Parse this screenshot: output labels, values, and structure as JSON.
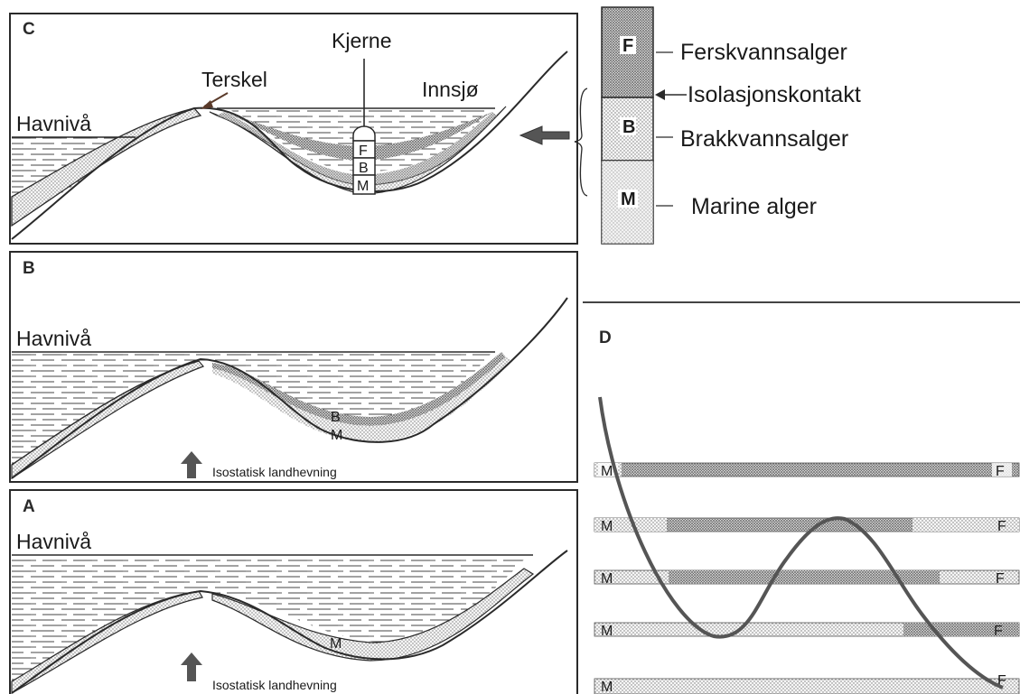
{
  "panels": {
    "C": {
      "letter": "C",
      "sea_level": "Havnivå",
      "threshold": "Terskel",
      "core": "Kjerne",
      "lake": "Innsjø",
      "core_layers": [
        "F",
        "B",
        "M"
      ]
    },
    "B": {
      "letter": "B",
      "sea_level": "Havnivå",
      "layer_labels": [
        "B",
        "M"
      ],
      "uplift": "Isostatisk landhevning"
    },
    "A": {
      "letter": "A",
      "sea_level": "Havnivå",
      "layer_labels": [
        "M"
      ],
      "uplift": "Isostatisk landhevning"
    },
    "D": {
      "letter": "D",
      "left_marks": [
        "M",
        "M",
        "M",
        "M",
        "M"
      ],
      "right_marks": [
        "F",
        "F",
        "F",
        "F",
        "F"
      ]
    }
  },
  "legend": {
    "F": {
      "code": "F",
      "label": "Ferskvannsalger"
    },
    "contact": "Isolasjonskontakt",
    "B": {
      "code": "B",
      "label": "Brakkvannsalger"
    },
    "M": {
      "code": "M",
      "label": "Marine alger"
    }
  },
  "colors": {
    "line": "#2a2a2a",
    "dense_dots": "#8a8a8a",
    "light_dots": "#e4e4e4",
    "curve": "#555555"
  }
}
